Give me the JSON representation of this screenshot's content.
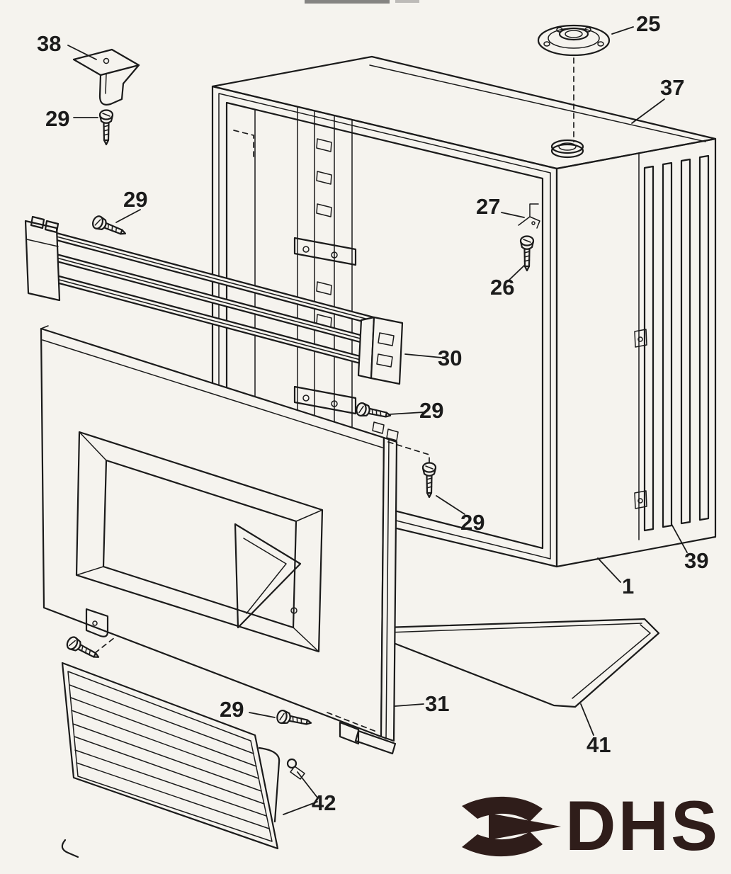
{
  "colors": {
    "paper": "#f5f3ee",
    "ink": "#1b1b1b",
    "logo": "#2f1d1a"
  },
  "brand": {
    "name": "DHS"
  },
  "callouts": {
    "c38": "38",
    "c29a": "29",
    "c25": "25",
    "c37": "37",
    "c29b": "29",
    "c27": "27",
    "c26": "26",
    "c30": "30",
    "c29c": "29",
    "c29d": "29",
    "c1": "1",
    "c39": "39",
    "c31": "31",
    "c29e": "29",
    "c41": "41",
    "c42": "42"
  }
}
